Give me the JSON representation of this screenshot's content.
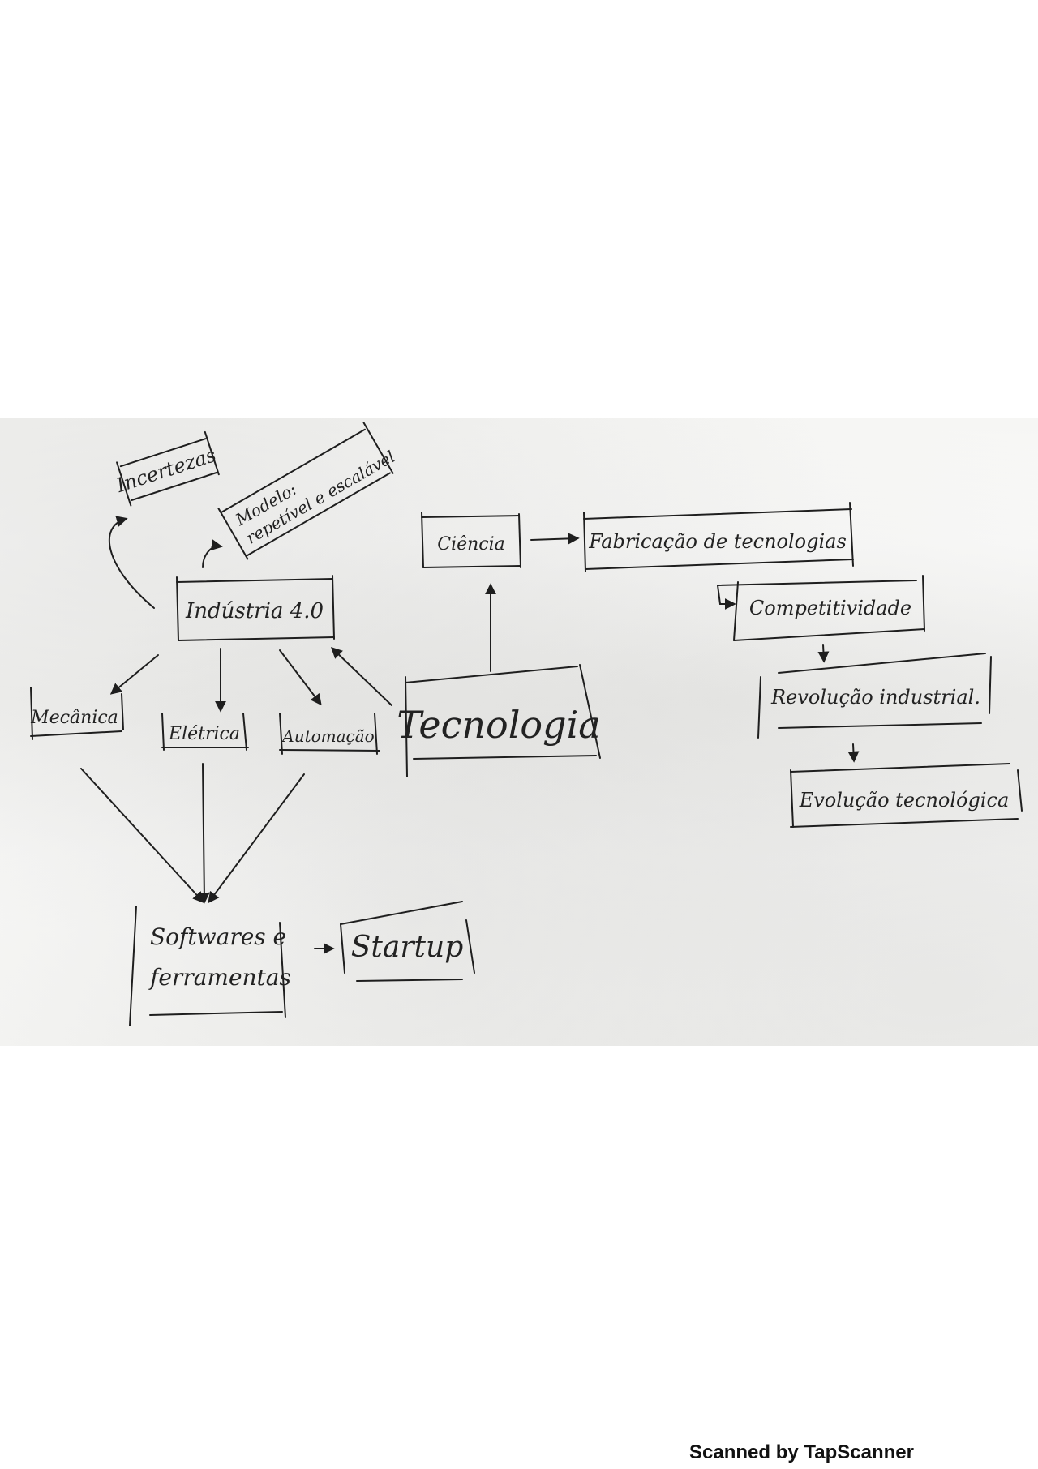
{
  "diagram": {
    "nodes": {
      "incertezas": "Incertezas",
      "modelo": [
        "Modelo:",
        "repetível e escalável"
      ],
      "industria": "Indústria 4.0",
      "ciencia": "Ciência",
      "fabricacao": "Fabricação de tecnologias",
      "competitividade": "Competitividade",
      "revolucao": "Revolução industrial.",
      "evolucao": "Evolução tecnológica",
      "mecanica": "Mecânica",
      "eletrica": "Elétrica",
      "automacao": "Automação",
      "tecnologia": "Tecnologia",
      "softwares": [
        "Softwares e",
        "ferramentas"
      ],
      "startup": "Startup"
    }
  },
  "footer": {
    "scanner_text": "Scanned by TapScanner"
  }
}
